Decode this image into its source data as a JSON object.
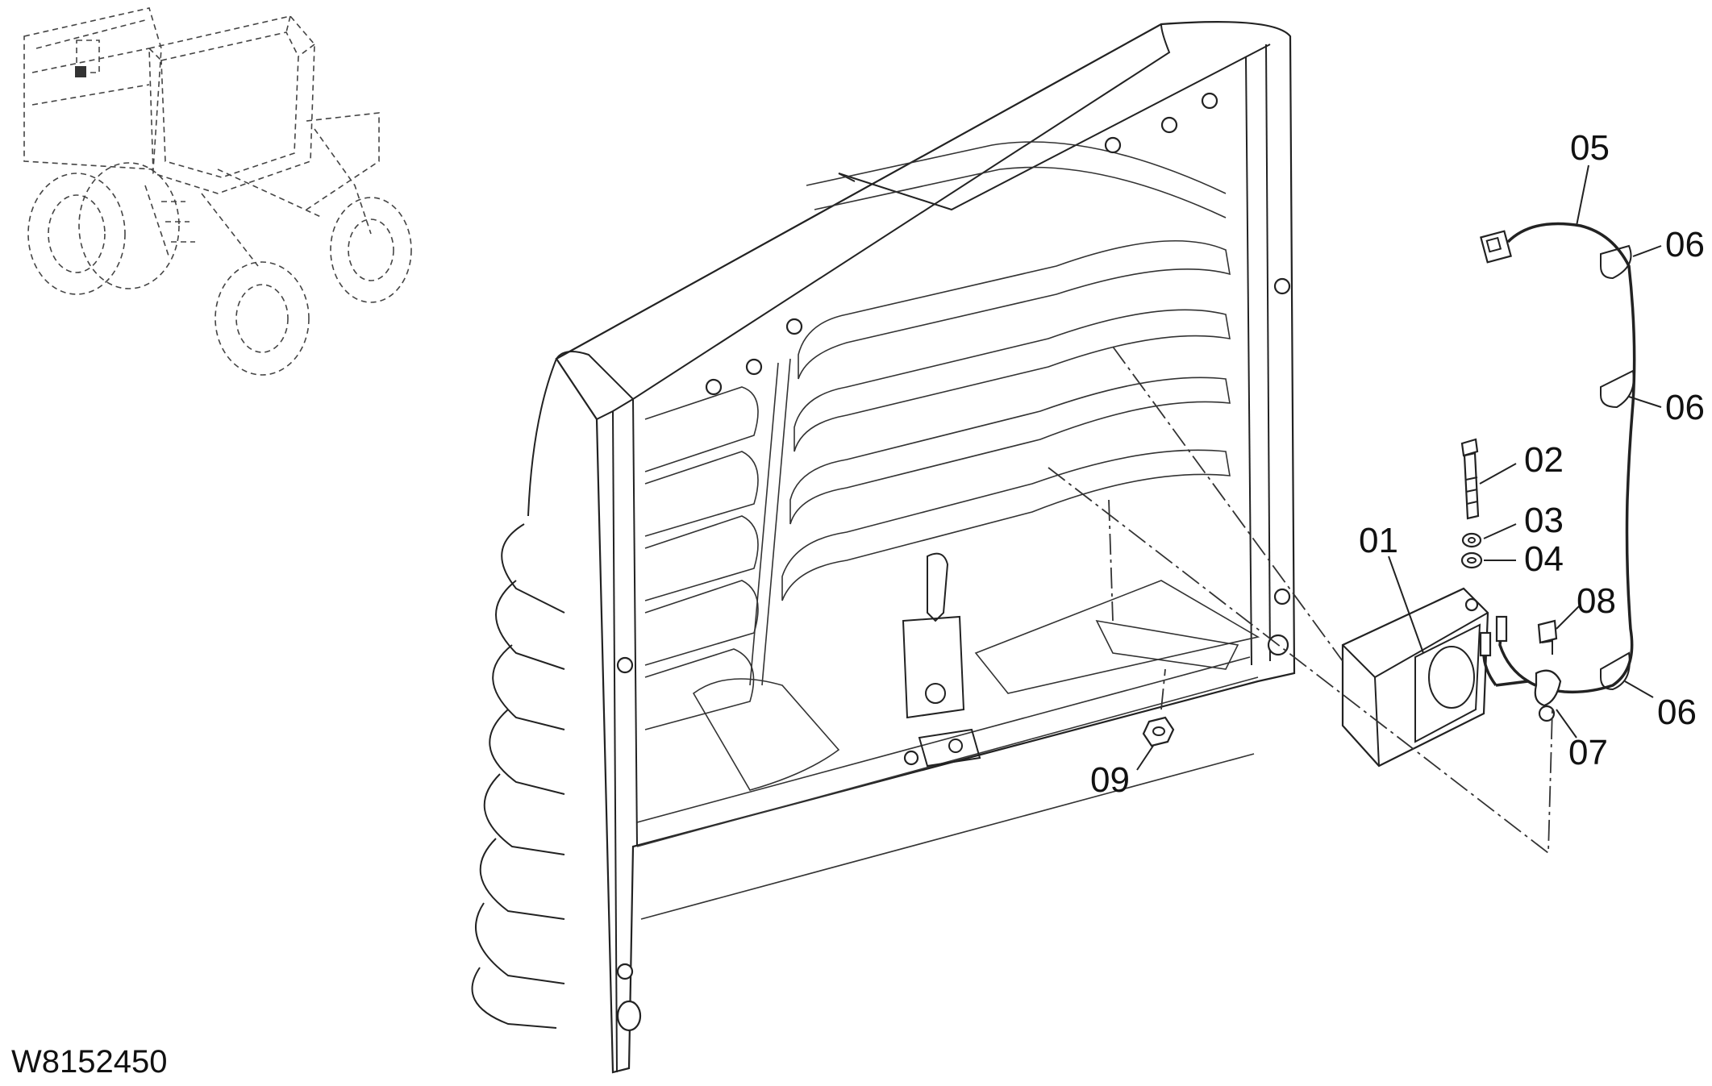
{
  "figure": {
    "drawing_code": "W8152450"
  },
  "callouts": [
    {
      "id": "c01",
      "text": "01"
    },
    {
      "id": "c02",
      "text": "02"
    },
    {
      "id": "c03",
      "text": "03"
    },
    {
      "id": "c04",
      "text": "04"
    },
    {
      "id": "c05",
      "text": "05"
    },
    {
      "id": "c06a",
      "text": "06"
    },
    {
      "id": "c06b",
      "text": "06"
    },
    {
      "id": "c06c",
      "text": "06"
    },
    {
      "id": "c07",
      "text": "07"
    },
    {
      "id": "c08",
      "text": "08"
    },
    {
      "id": "c09",
      "text": "09"
    }
  ]
}
